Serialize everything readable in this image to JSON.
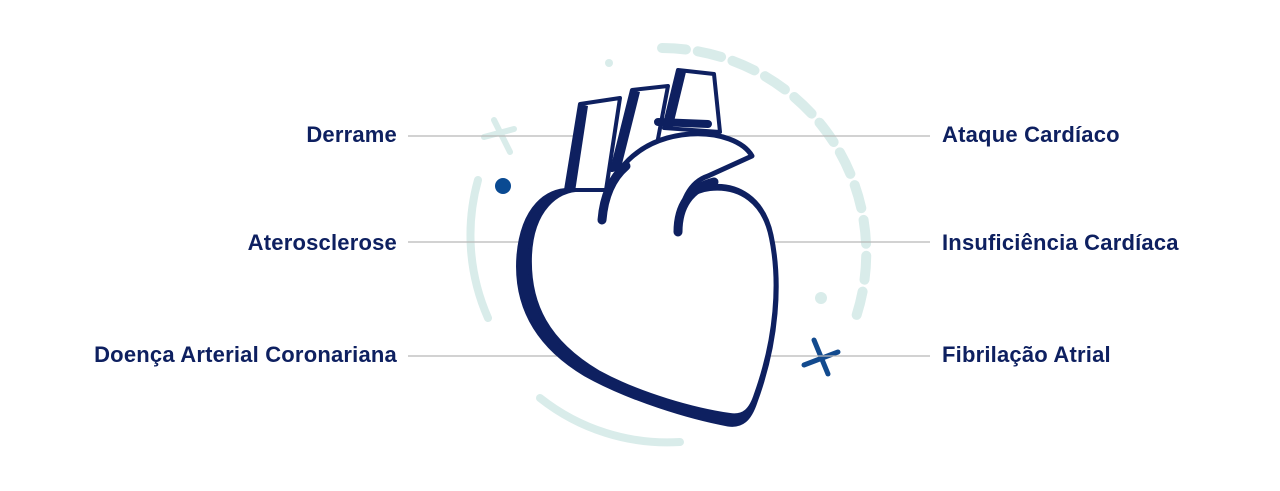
{
  "diagram": {
    "colors": {
      "label_text": "#0e2060",
      "heart_outline": "#0e2060",
      "connector_line": "#b8b8b8",
      "decor_ring": "#d9ecea",
      "accent_dot": "#0a4a92",
      "accent_cross": "#124a8e"
    },
    "left_labels": [
      {
        "text": "Derrame"
      },
      {
        "text": "Aterosclerose"
      },
      {
        "text": "Doença Arterial Coronariana"
      }
    ],
    "right_labels": [
      {
        "text": "Ataque Cardíaco"
      },
      {
        "text": "Insuficiência Cardíaca"
      },
      {
        "text": "Fibrilação Atrial"
      }
    ],
    "central_illustration": "heart-icon"
  }
}
